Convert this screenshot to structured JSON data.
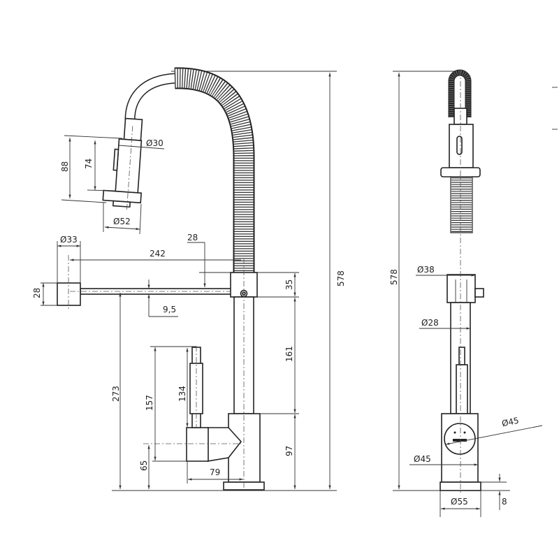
{
  "drawing": {
    "side_view": {
      "height_total": "578",
      "head_length": "88",
      "head_body": "74",
      "head_dia": "Ø30",
      "head_flange_dia": "Ø52",
      "spout_end_dia": "Ø33",
      "spout_reach": "242",
      "spout_offset": "28",
      "spout_end_height": "28",
      "block_height": "35",
      "tube_offset": "9,5",
      "column_height": "161",
      "spout_height": "273",
      "lever_height": "157",
      "lever_length": "134",
      "body_height": "97",
      "handle_axis_height": "65",
      "handle_reach": "79"
    },
    "front_view": {
      "height_total": "578",
      "block_dia": "Ø38",
      "column_dia": "Ø28",
      "handle_dia": "Ø45",
      "body_dia": "Ø45",
      "base_dia": "Ø55",
      "base_height": "8"
    }
  }
}
